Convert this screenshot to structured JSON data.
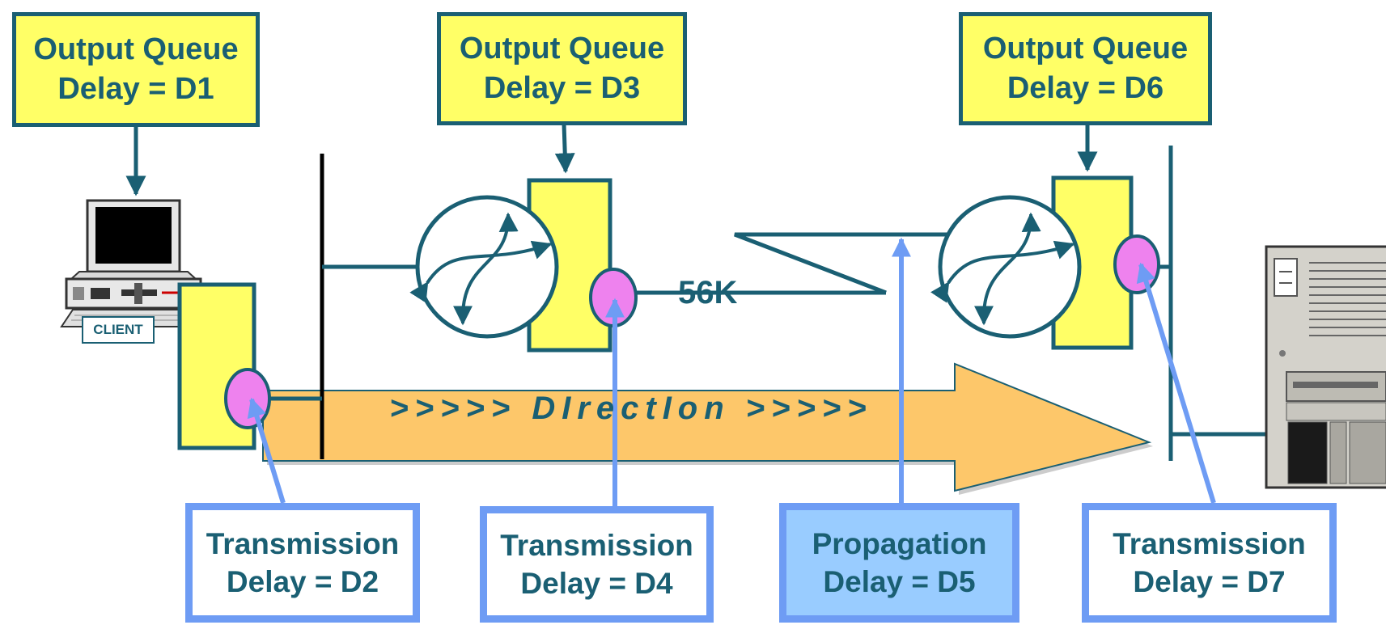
{
  "queue_boxes": [
    {
      "line1": "Output Queue",
      "line2": "Delay = D1"
    },
    {
      "line1": "Output Queue",
      "line2": "Delay = D3"
    },
    {
      "line1": "Output Queue",
      "line2": "Delay = D6"
    }
  ],
  "delay_boxes": [
    {
      "line1": "Transmission",
      "line2": "Delay = D2"
    },
    {
      "line1": "Transmission",
      "line2": "Delay = D4"
    },
    {
      "line1": "Propagation",
      "line2": "Delay = D5"
    },
    {
      "line1": "Transmission",
      "line2": "Delay = D7"
    }
  ],
  "client_label": "CLIENT",
  "link_speed": "56K",
  "direction_label": ">>>>> DIrectIon >>>>>",
  "colors": {
    "queue_fill": "#ffff66",
    "outline": "#1a5f73",
    "delay_border": "#6e9cf4",
    "propagation_fill": "#99ccff",
    "arrow_fill": "#fdc76a",
    "interface": "#ee82ee"
  },
  "icons": [
    "client-computer-icon",
    "router-icon",
    "server-icon",
    "serial-link-icon"
  ]
}
